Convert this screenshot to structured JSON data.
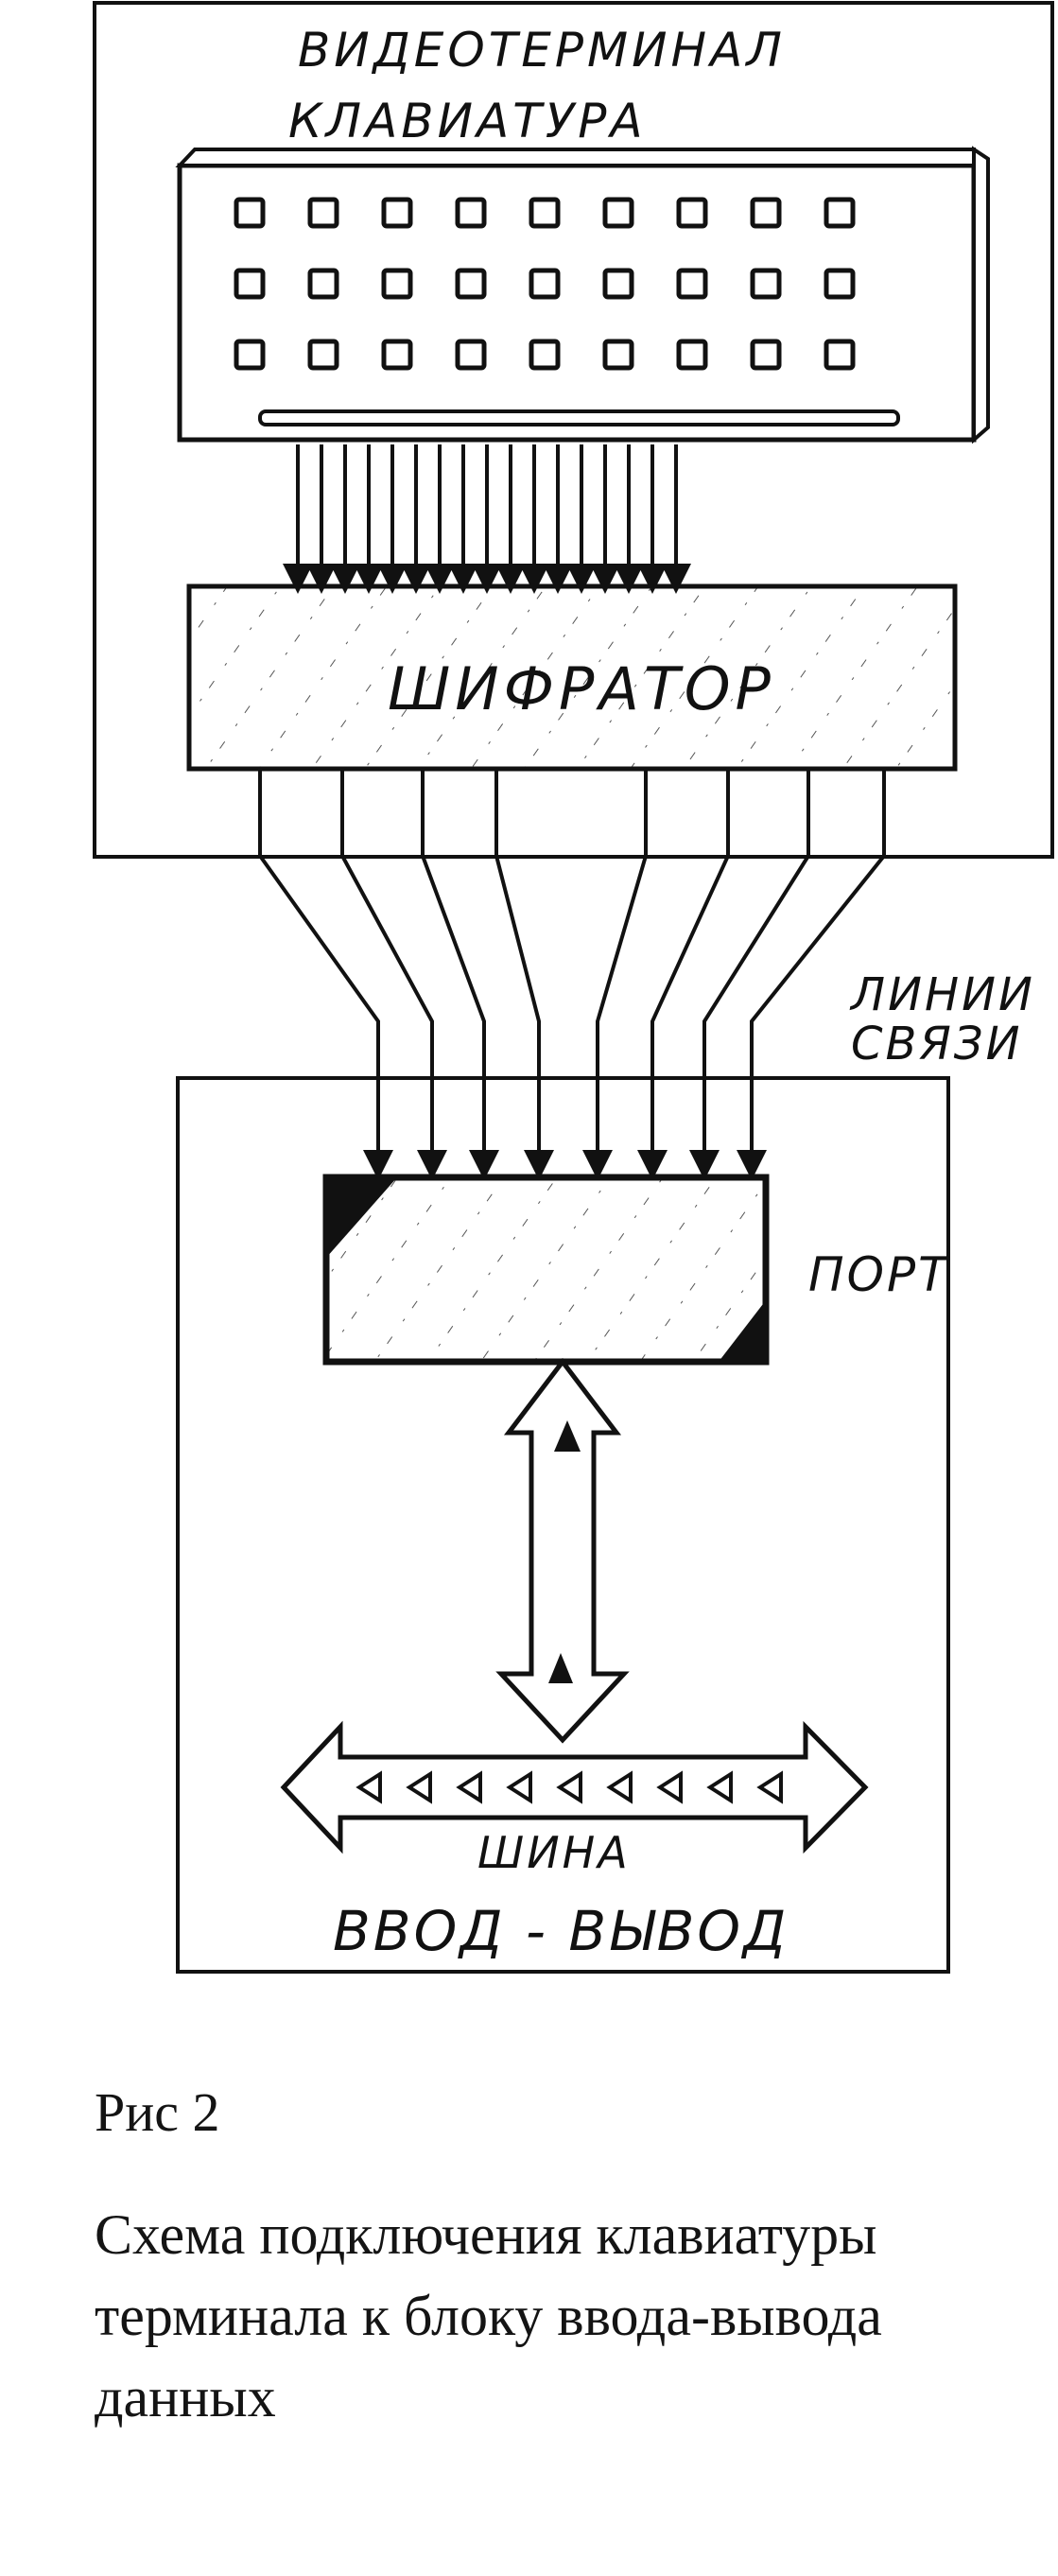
{
  "diagram": {
    "terminal_title": "ВИДЕОТЕРМИНАЛ",
    "keyboard_label": "КЛАВИАТУРА",
    "encoder_label": "ШИФРАТОР",
    "lines_label_1": "ЛИНИИ",
    "lines_label_2": "СВЯЗИ",
    "port_label": "ПОРТ",
    "bus_label_1": "ШИНА",
    "bus_label_2": "ВВОД - ВЫВОД"
  },
  "caption": {
    "figure": "Рис 2",
    "text": "Схема подключения клавиатуры терминала к блоку ввода-вывода данных"
  }
}
